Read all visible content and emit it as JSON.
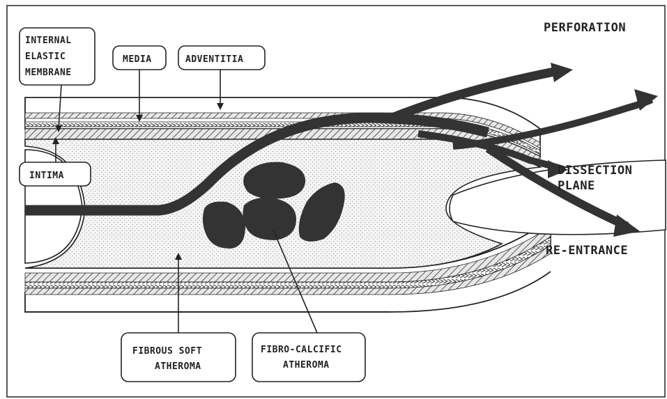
{
  "labels": {
    "internal_elastic_membrane": [
      "INTERNAL",
      "ELASTIC",
      "MEMBRANE"
    ],
    "media": "MEDIA",
    "adventitia": "ADVENTITIA",
    "intima": "INTIMA",
    "perforation": "PERFORATION",
    "dissection_plane": [
      "DISSECTION",
      "PLANE"
    ],
    "re_entrance": "RE-ENTRANCE",
    "fibrous_soft_atheroma": [
      "FIBROUS SOFT",
      "ATHEROMA"
    ],
    "fibro_calcific_atheroma": [
      "FIBRO-CALCIFIC",
      "ATHEROMA"
    ]
  },
  "colors": {
    "ink": "#222222",
    "plaque": "#333333",
    "lumen_fill": "#f3f3f3",
    "background": "#ffffff"
  }
}
